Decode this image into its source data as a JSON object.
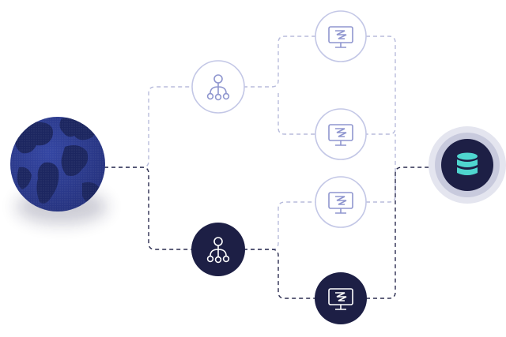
{
  "diagram": {
    "globe": {
      "icon": "globe-icon",
      "role": "internet"
    },
    "load_balancers": [
      {
        "icon": "network-hub-icon",
        "state": "inactive"
      },
      {
        "icon": "network-hub-icon",
        "state": "active"
      }
    ],
    "servers": [
      {
        "icon": "server-monitor-icon",
        "state": "inactive"
      },
      {
        "icon": "server-monitor-icon",
        "state": "inactive"
      },
      {
        "icon": "server-monitor-icon",
        "state": "inactive"
      },
      {
        "icon": "server-monitor-icon",
        "state": "active"
      }
    ],
    "database": {
      "icon": "database-icon",
      "state": "active"
    },
    "colors": {
      "navy": "#1d1f45",
      "globe": "#2b3a8f",
      "globe_land": "#1c2660",
      "inactive_stroke": "#c3c7e6",
      "inactive_icon": "#8f96cf",
      "active_line": "#2a2c4f",
      "inactive_line": "#b8bcdc",
      "database_accent": "#4fd6cf"
    }
  }
}
